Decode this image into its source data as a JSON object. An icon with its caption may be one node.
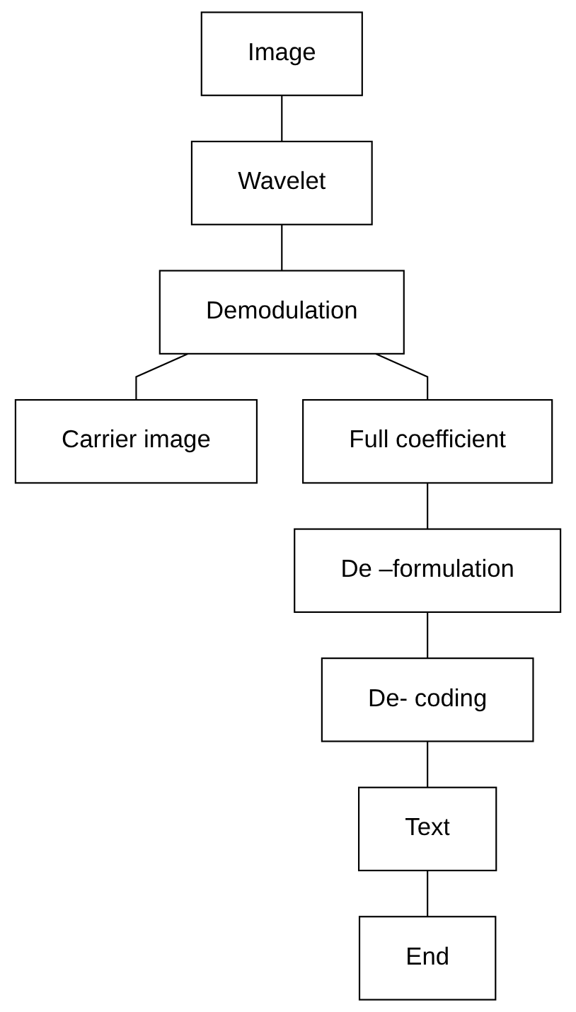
{
  "diagram": {
    "nodes": [
      {
        "text": [
          "Image"
        ]
      },
      {
        "text": [
          "Wavelet"
        ]
      },
      {
        "text": [
          "Demodulation"
        ]
      },
      {
        "text": [
          "Carrier image"
        ]
      },
      {
        "text": [
          "Full coefficient"
        ]
      },
      {
        "text": [
          "De –formulation"
        ]
      },
      {
        "text": [
          "De- coding"
        ]
      },
      {
        "text": [
          "Text"
        ]
      },
      {
        "text": [
          "End"
        ]
      }
    ],
    "edges": [
      {
        "from": 0,
        "to": 1,
        "arrow": "none"
      },
      {
        "from": 1,
        "to": 2,
        "arrow": "none"
      },
      {
        "from": 2,
        "to": 3,
        "arrow": "none"
      },
      {
        "from": 2,
        "to": 4,
        "arrow": "none"
      },
      {
        "from": 4,
        "to": 5,
        "arrow": "none"
      },
      {
        "from": 5,
        "to": 6,
        "arrow": "none"
      },
      {
        "from": 6,
        "to": 7,
        "arrow": "none"
      },
      {
        "from": 7,
        "to": 8,
        "arrow": "none"
      }
    ]
  }
}
